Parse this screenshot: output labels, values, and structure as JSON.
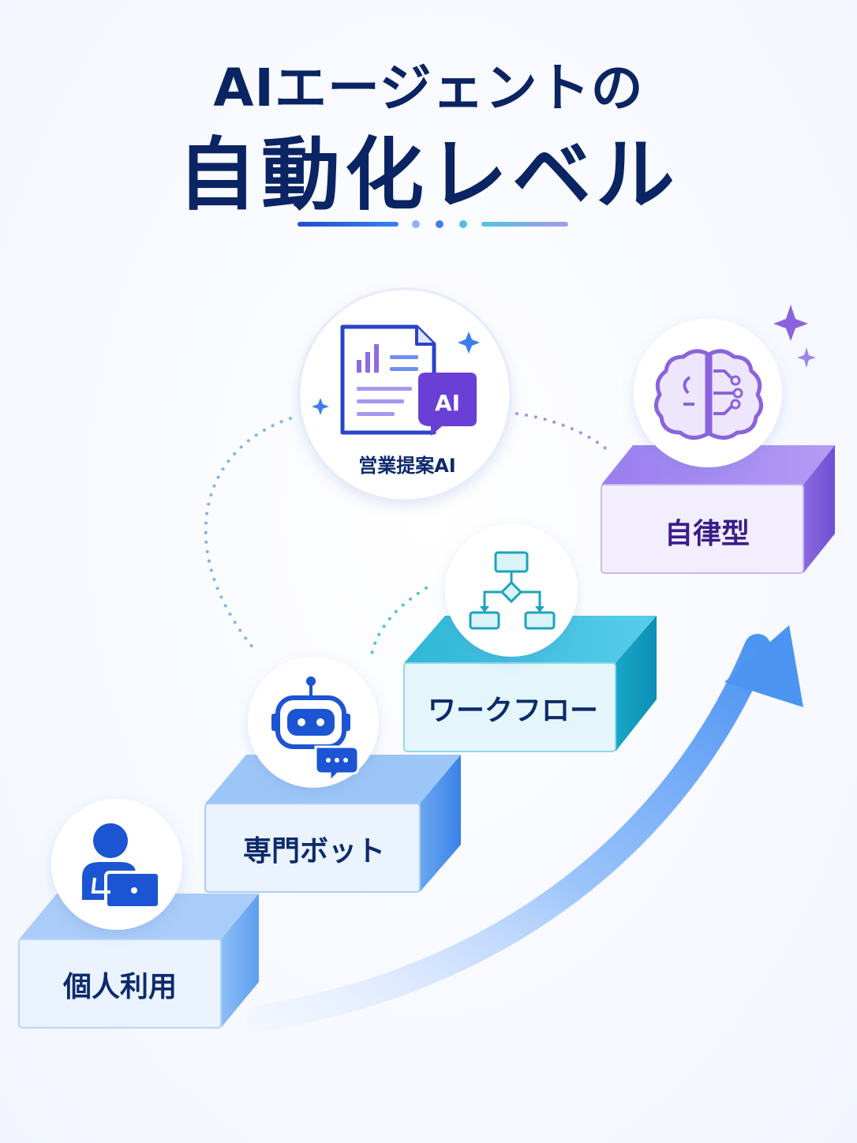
{
  "title": {
    "line1": "AIエージェントの",
    "line2": "自動化レベル"
  },
  "levels": [
    {
      "label": "個人利用",
      "icon": "person-laptop-icon"
    },
    {
      "label": "専門ボット",
      "icon": "robot-chat-icon"
    },
    {
      "label": "ワークフロー",
      "icon": "flowchart-icon"
    },
    {
      "label": "自律型",
      "icon": "brain-circuit-icon"
    }
  ],
  "featured": {
    "label": "営業提案AI",
    "badge": "AI",
    "icon": "document-ai-icon"
  },
  "colors": {
    "title": "#0b2463",
    "level1": "#7fb3f5",
    "level2": "#6aa8f0",
    "level3": "#1fb5cf",
    "level4": "#8d6ee0",
    "arrow": "#4e97f0"
  }
}
